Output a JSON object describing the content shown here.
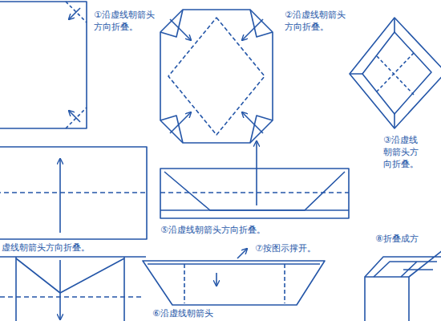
{
  "diagram": {
    "labels": [
      "①沿虚线朝箭头方向折叠。",
      "②沿虚线朝箭头方向折叠。",
      "③沿虚线朝箭头方向折叠。",
      "虚线朝箭头方向折叠。",
      "⑤沿虚线朝箭头方向折叠。",
      "⑦按图示撑开。",
      "⑧折叠成方",
      "⑥沿虚线朝箭头"
    ]
  }
}
